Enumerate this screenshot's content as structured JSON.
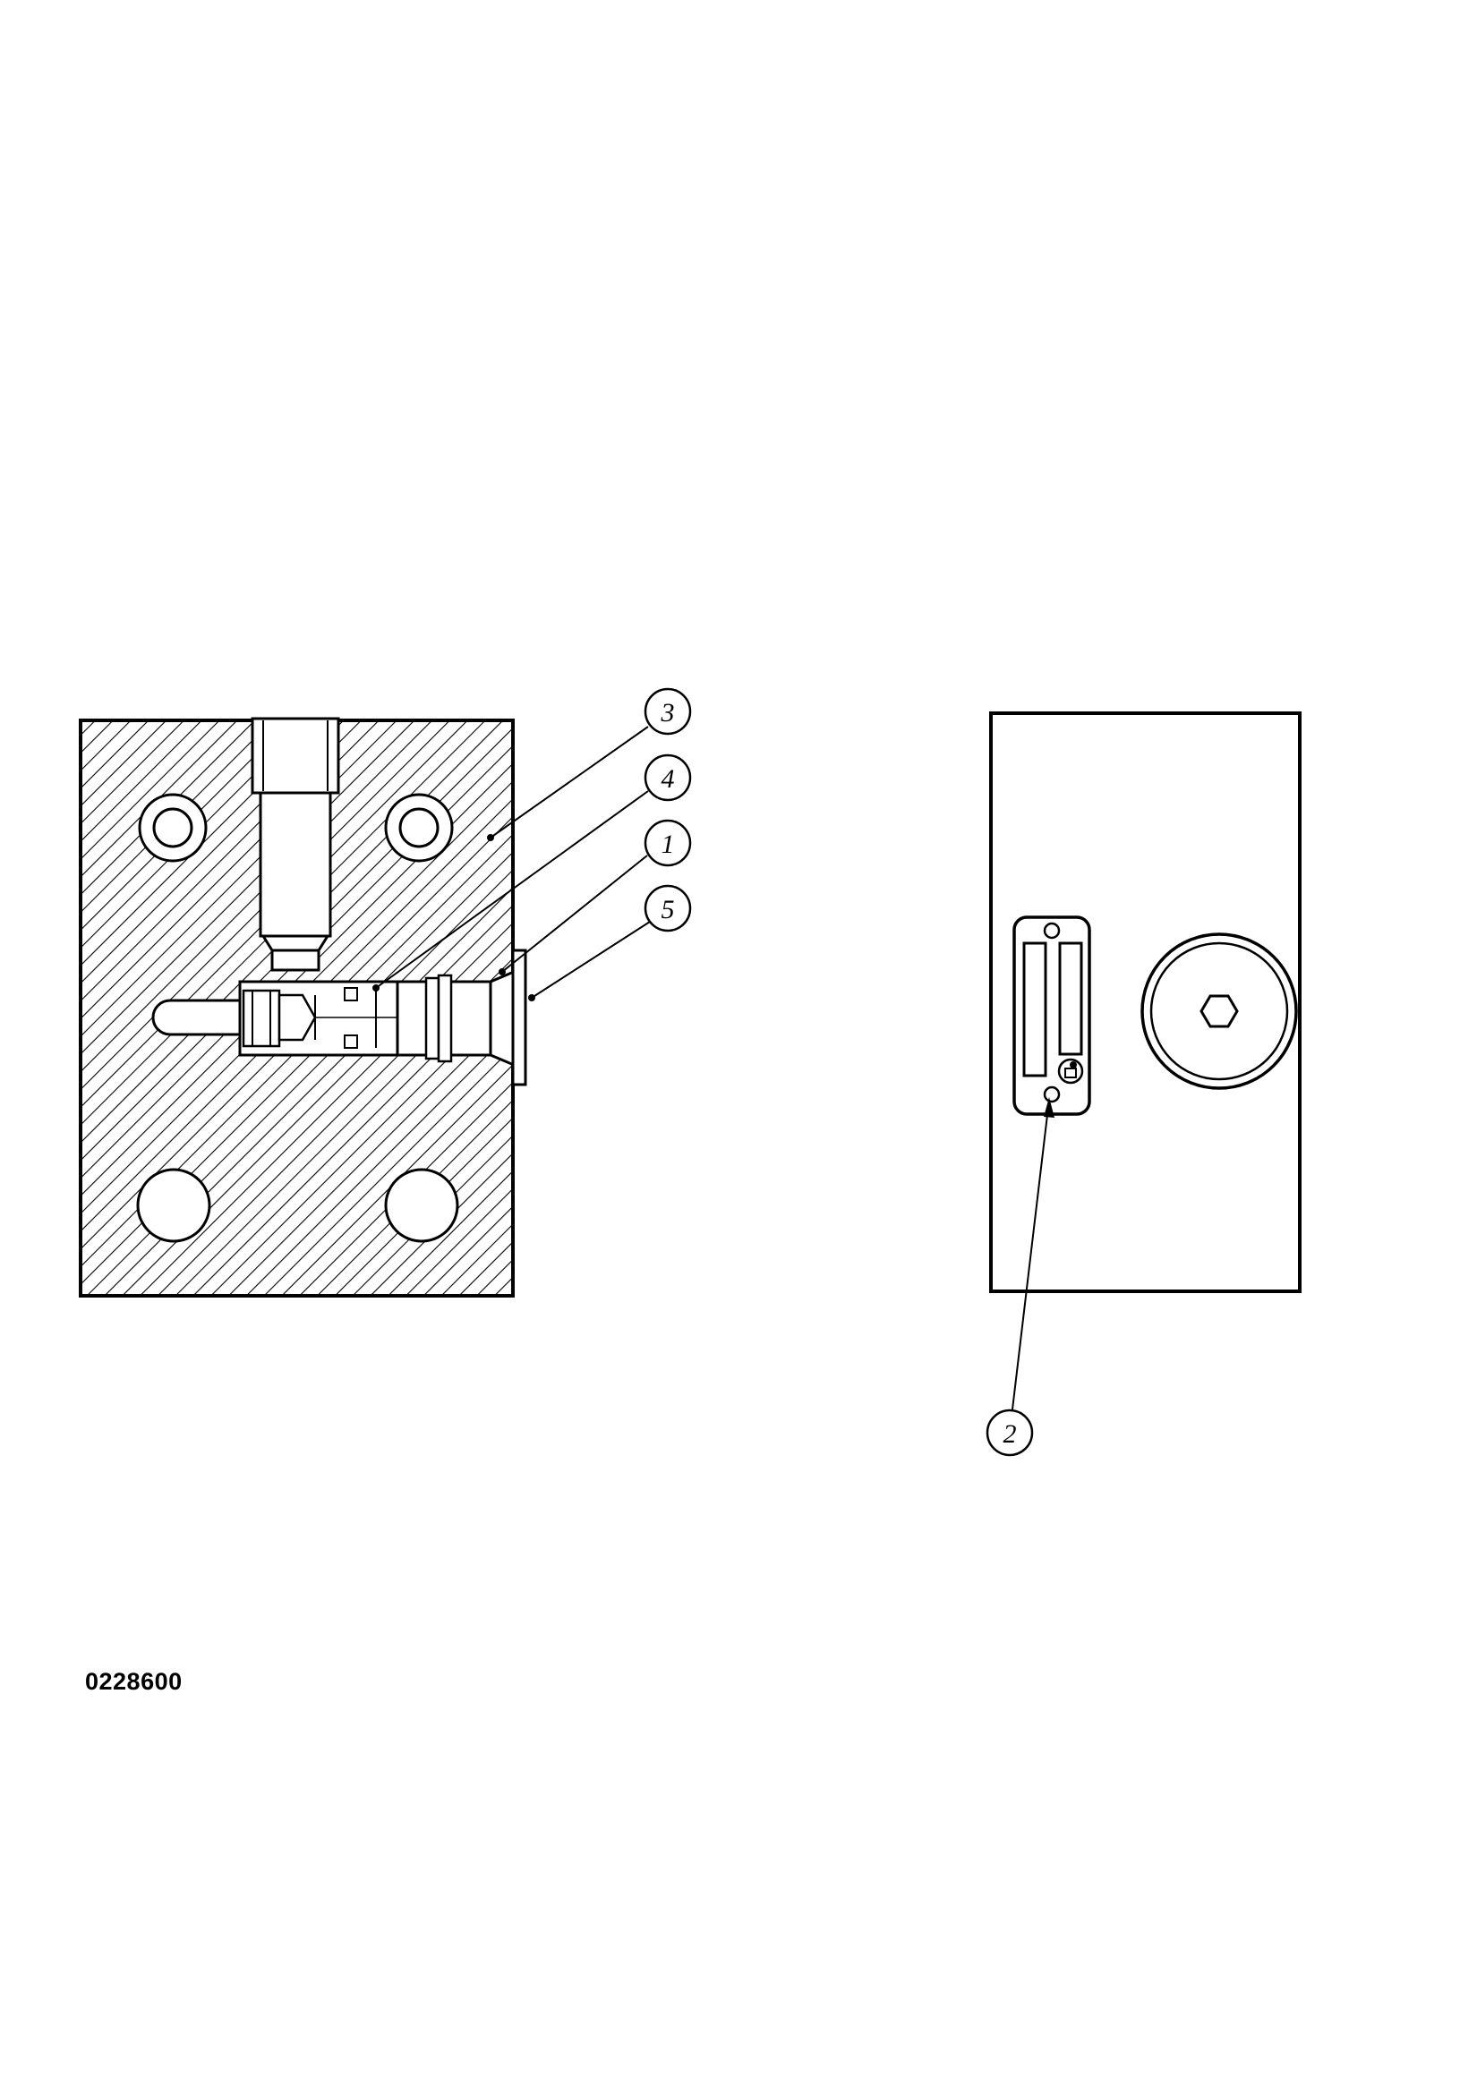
{
  "drawing_number": "0228600",
  "callouts": [
    {
      "id": "callout-3",
      "label": "3"
    },
    {
      "id": "callout-4",
      "label": "4"
    },
    {
      "id": "callout-1",
      "label": "1"
    },
    {
      "id": "callout-5",
      "label": "5"
    },
    {
      "id": "callout-2",
      "label": "2"
    }
  ],
  "colors": {
    "line": "#000000",
    "paper": "#ffffff"
  }
}
